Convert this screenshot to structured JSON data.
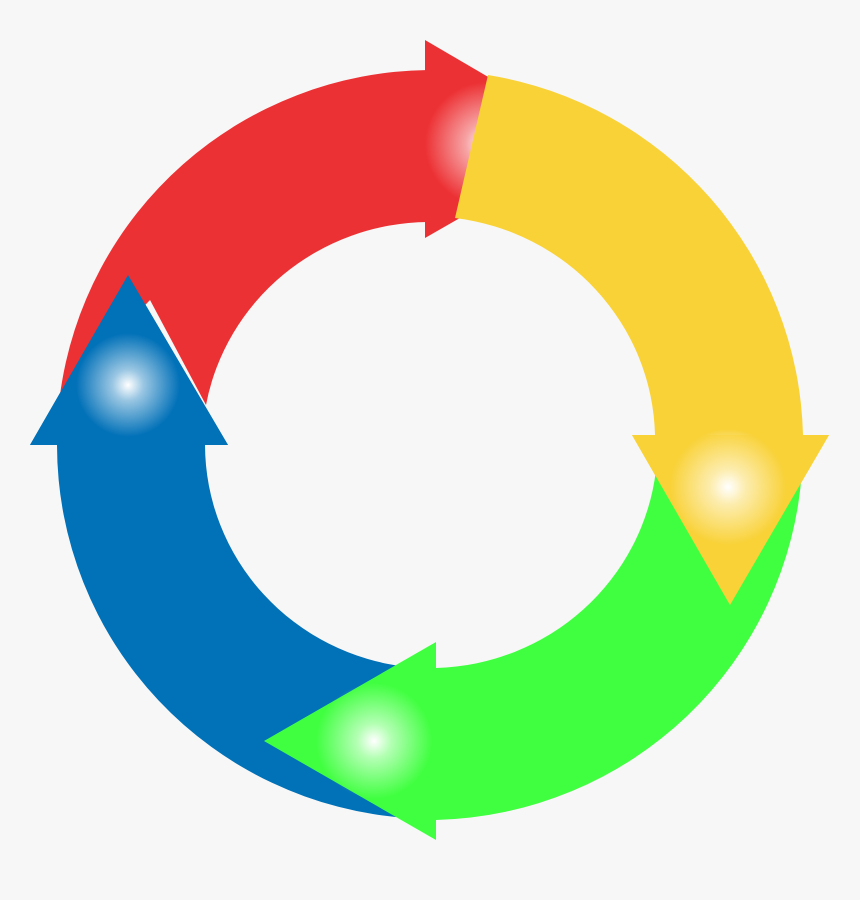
{
  "background": "#f7f7f7",
  "segments": [
    {
      "id": "red",
      "color": "#ec3134",
      "glow": "#ffffff"
    },
    {
      "id": "yellow",
      "color": "#f9d238",
      "glow": "#ffffff"
    },
    {
      "id": "green",
      "color": "#40ff40",
      "glow": "#ffffff"
    },
    {
      "id": "blue",
      "color": "#0171b8",
      "glow": "#ffffff"
    }
  ]
}
